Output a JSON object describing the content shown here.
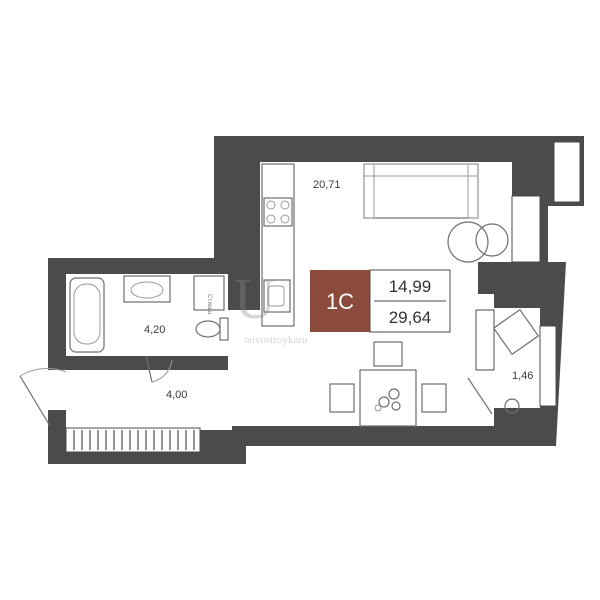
{
  "unit_badge": {
    "type": "1С",
    "living_area": "14,99",
    "total_area": "29,64",
    "badge_color": "#8a4a3c"
  },
  "rooms": {
    "main_room_area": "20,71",
    "bathroom_area": "4,20",
    "hallway_area": "4,00",
    "loggia_area": "1,46"
  },
  "labels": {
    "washer_label": "Ст.маш"
  },
  "watermark": {
    "logo": "U",
    "text": "novostroykaru"
  },
  "colors": {
    "wall": "#4b4b4b",
    "floor": "#ffffff",
    "furniture": "#6f6f6f"
  },
  "icons": [
    "bathtub-icon",
    "sink-icon",
    "toilet-icon",
    "stove-icon",
    "kitchen-sink-icon",
    "sofa-icon",
    "round-table-icon",
    "dining-table-icon",
    "chair-icon",
    "armchair-icon",
    "plant-icon"
  ]
}
